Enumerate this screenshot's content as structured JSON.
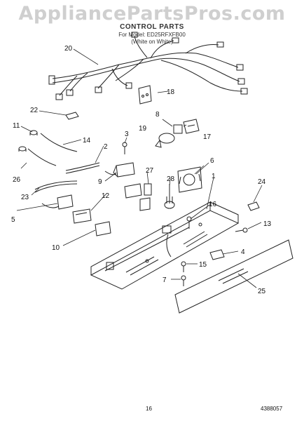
{
  "watermark": "AppliancePartsPros.com",
  "header": {
    "title": "CONTROL PARTS",
    "model_line": "For Model: ED25RFXFB00",
    "color_line": "(White on White)"
  },
  "callouts": {
    "c1": "1",
    "c2": "2",
    "c3": "3",
    "c4": "4",
    "c5": "5",
    "c6": "6",
    "c7": "7",
    "c8": "8",
    "c9": "9",
    "c10": "10",
    "c11": "11",
    "c12": "12",
    "c13": "13",
    "c14": "14",
    "c15": "15",
    "c16": "16",
    "c17": "17",
    "c18": "18",
    "c19": "19",
    "c20": "20",
    "c22": "22",
    "c23": "23",
    "c24": "24",
    "c25": "25",
    "c26": "26",
    "c27": "27",
    "c28": "28"
  },
  "footer": {
    "page_number": "16",
    "doc_number": "4388057"
  }
}
